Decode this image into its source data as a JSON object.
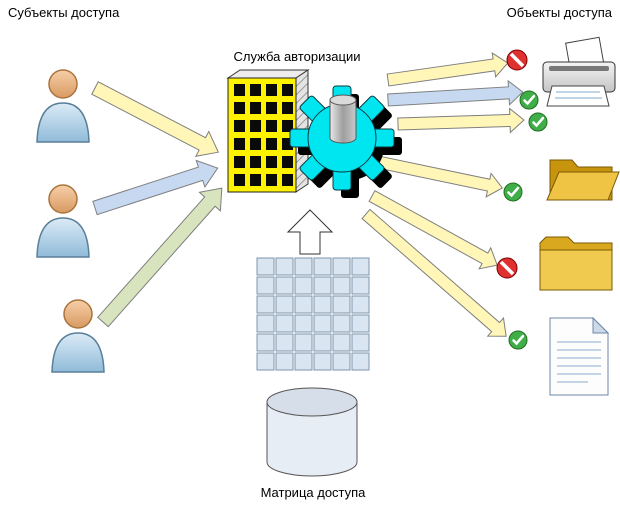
{
  "diagram": {
    "labels": {
      "subjects": "Субъекты доступа",
      "objects": "Объекты доступа",
      "authorization_service": "Служба авторизации",
      "access_matrix": "Матрица доступа"
    },
    "subjects": [
      {
        "id": "user-1",
        "icon": "person-icon"
      },
      {
        "id": "user-2",
        "icon": "person-icon"
      },
      {
        "id": "user-3",
        "icon": "person-icon"
      }
    ],
    "objects": [
      {
        "id": "printer",
        "icon": "printer-icon"
      },
      {
        "id": "folder-open",
        "icon": "open-folder-icon"
      },
      {
        "id": "folder-closed",
        "icon": "closed-folder-icon"
      },
      {
        "id": "document",
        "icon": "document-icon"
      }
    ],
    "request_arrows": [
      {
        "from": "user-1",
        "to": "authorization-service",
        "color_key": "arrow_yellow"
      },
      {
        "from": "user-2",
        "to": "authorization-service",
        "color_key": "arrow_blue"
      },
      {
        "from": "user-3",
        "to": "authorization-service",
        "color_key": "arrow_green"
      }
    ],
    "decision_arrows": [
      {
        "to": "printer",
        "result": "denied",
        "color_key": "arrow_yellow"
      },
      {
        "to": "printer",
        "result": "allowed",
        "color_key": "arrow_blue"
      },
      {
        "to": "printer",
        "result": "allowed",
        "color_key": "arrow_yellow"
      },
      {
        "to": "folder-open",
        "result": "allowed",
        "color_key": "arrow_yellow"
      },
      {
        "to": "folder-closed",
        "result": "denied",
        "color_key": "arrow_yellow"
      },
      {
        "to": "document",
        "result": "allowed",
        "color_key": "arrow_yellow"
      }
    ],
    "matrix": {
      "rows": 6,
      "cols": 6
    }
  },
  "colors": {
    "arrow_yellow": "#FFF6B8",
    "arrow_blue": "#C6D9F1",
    "arrow_green": "#D7E4BD",
    "building_yellow": "#FFF200",
    "gear_cyan": "#00E6F0",
    "allow_green": "#3FAE49",
    "deny_red": "#E03131"
  }
}
